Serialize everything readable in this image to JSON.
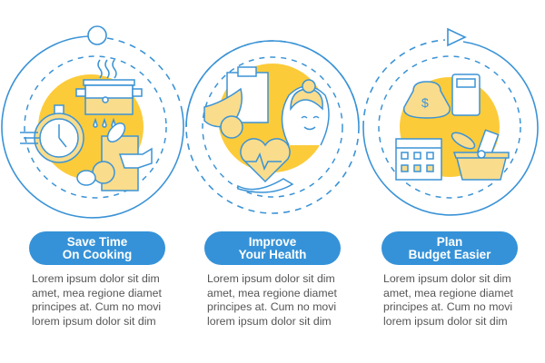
{
  "steps": [
    {
      "title_line1": "Save Time",
      "title_line2": "On Cooking",
      "icon": "cooking-icon",
      "description": [
        "Lorem ipsum dolor sit dim",
        "amet, mea regione diamet",
        "principes at. Cum no movi",
        "lorem ipsum dolor sit dim"
      ]
    },
    {
      "title_line1": "Improve",
      "title_line2": "Your Health",
      "icon": "health-icon",
      "description": [
        "Lorem ipsum dolor sit dim",
        "amet, mea regione diamet",
        "principes at. Cum no movi",
        "lorem ipsum dolor sit dim"
      ]
    },
    {
      "title_line1": "Plan",
      "title_line2": "Budget Easier",
      "icon": "budget-icon",
      "description": [
        "Lorem ipsum dolor sit dim",
        "amet, mea regione diamet",
        "principes at. Cum no movi",
        "lorem ipsum dolor sit dim"
      ]
    }
  ],
  "colors": {
    "accent": "#3592d8",
    "yellow": "#fccb3a",
    "light_yellow": "#f9dc8c",
    "text": "#555555"
  }
}
